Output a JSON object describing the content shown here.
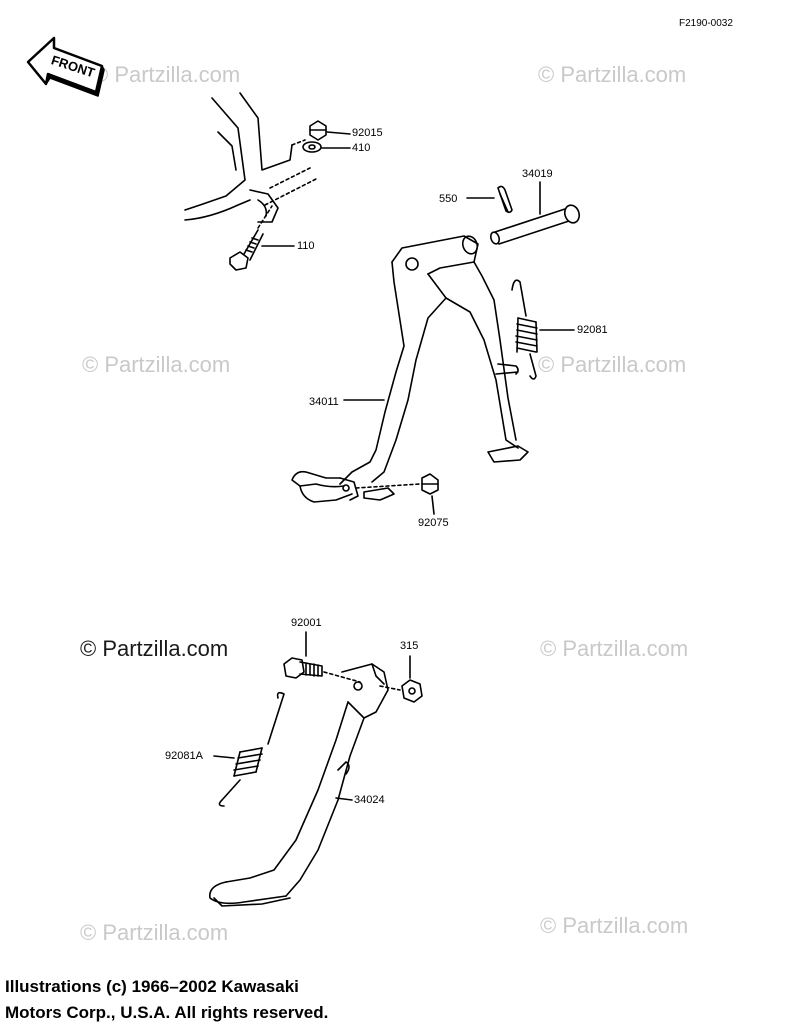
{
  "diagram_code": "F2190-0032",
  "front_arrow": "FRONT",
  "watermarks": [
    "© Partzilla.com",
    "© Partzilla.com",
    "© Partzilla.com",
    "© Partzilla.com",
    "© Partzilla.com",
    "© Partzilla.com",
    "© Partzilla.com",
    "© Partzilla.com"
  ],
  "parts": {
    "p92015": "92015",
    "p410": "410",
    "p110": "110",
    "p34019": "34019",
    "p550": "550",
    "p92081": "92081",
    "p34011": "34011",
    "p92075": "92075",
    "p92001": "92001",
    "p315": "315",
    "p92081A": "92081A",
    "p34024": "34024"
  },
  "copyright": {
    "line1": "Illustrations (c) 1966–2002 Kawasaki",
    "line2": "Motors Corp., U.S.A.  All rights reserved."
  }
}
